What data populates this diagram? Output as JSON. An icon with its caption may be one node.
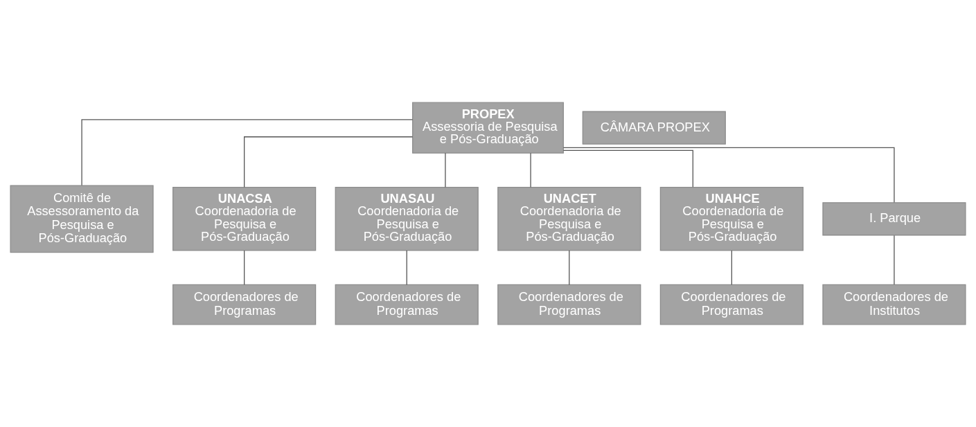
{
  "diagram": {
    "nodes": [
      {
        "text": [
          "PROPEX",
          "Assessoria de Pesquisa e Pós-Graduação"
        ]
      },
      {
        "text": [
          "CÂMARA PROPEX"
        ]
      },
      {
        "text": [
          "Comitê de Assessoramento da Pesquisa e Pós-Graduação"
        ]
      },
      {
        "text": [
          "UNACSA",
          "Coordenadoria de Pesquisa e Pós-Graduação"
        ]
      },
      {
        "text": [
          "Coordenadores de Programas"
        ]
      },
      {
        "text": [
          "UNASAU",
          "Coordenadoria de Pesquisa e Pós-Graduação"
        ]
      },
      {
        "text": [
          "Coordenadores de Programas"
        ]
      },
      {
        "text": [
          "UNACET",
          "Coordenadoria de Pesquisa e Pós-Graduação"
        ]
      },
      {
        "text": [
          "Coordenadores de Programas"
        ]
      },
      {
        "text": [
          "UNAHCE",
          "Coordenadoria de Pesquisa e Pós-Graduação"
        ]
      },
      {
        "text": [
          "Coordenadores de Programas"
        ]
      },
      {
        "text": [
          "I. Parque"
        ]
      },
      {
        "text": [
          "Coordenadores de Institutos"
        ]
      }
    ],
    "edges": [
      {
        "from": 0,
        "to": 2,
        "arrow": "none"
      },
      {
        "from": 0,
        "to": 3,
        "arrow": "none"
      },
      {
        "from": 0,
        "to": 5,
        "arrow": "none"
      },
      {
        "from": 0,
        "to": 7,
        "arrow": "none"
      },
      {
        "from": 0,
        "to": 9,
        "arrow": "none"
      },
      {
        "from": 0,
        "to": 11,
        "arrow": "none"
      },
      {
        "from": 3,
        "to": 4,
        "arrow": "none"
      },
      {
        "from": 5,
        "to": 6,
        "arrow": "none"
      },
      {
        "from": 7,
        "to": 8,
        "arrow": "none"
      },
      {
        "from": 9,
        "to": 10,
        "arrow": "none"
      },
      {
        "from": 11,
        "to": 12,
        "arrow": "none"
      }
    ]
  }
}
